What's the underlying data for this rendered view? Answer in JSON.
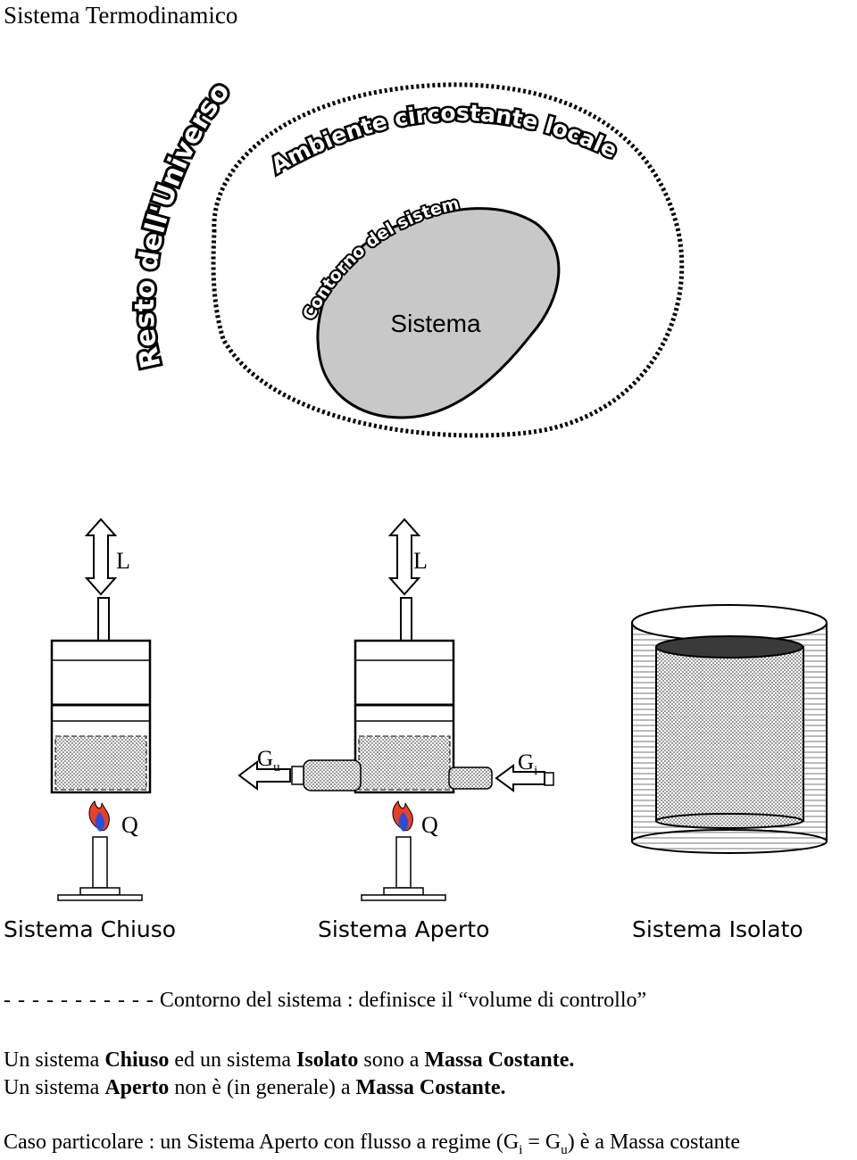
{
  "page_title": "Sistema Termodinamico",
  "top_diagram": {
    "universe_label": "Resto dell'Universo",
    "environment_label": "Ambiente circostante locale",
    "boundary_label": "Contorno del sistema",
    "system_label": "Sistema"
  },
  "apparatus": {
    "work_symbol": "L",
    "heat_symbol": "Q",
    "outflow_symbol": "G",
    "outflow_sub": "u",
    "inflow_symbol": "G",
    "inflow_sub": "i"
  },
  "captions": {
    "closed": "Sistema Chiuso",
    "open": "Sistema Aperto",
    "isolated": "Sistema Isolato"
  },
  "text": {
    "legend_dashes": "- - - - - - - - - - -",
    "legend_text": "Contorno del sistema : definisce il “volume di controllo”",
    "l1_a": "Un sistema ",
    "l1_b": "Chiuso",
    "l1_c": " ed un sistema ",
    "l1_d": "Isolato",
    "l1_e": " sono a ",
    "l1_f": "Massa Costante.",
    "l2_a": "Un sistema ",
    "l2_b": "Aperto",
    "l2_c": " non è (in generale) a ",
    "l2_d": "Massa Costante.",
    "l3_a": "Caso particolare : un Sistema Aperto con flusso a regime (G",
    "l3_sub_i": "i",
    "l3_eq": " = G",
    "l3_sub_u": "u",
    "l3_b": ") è a Massa costante"
  }
}
